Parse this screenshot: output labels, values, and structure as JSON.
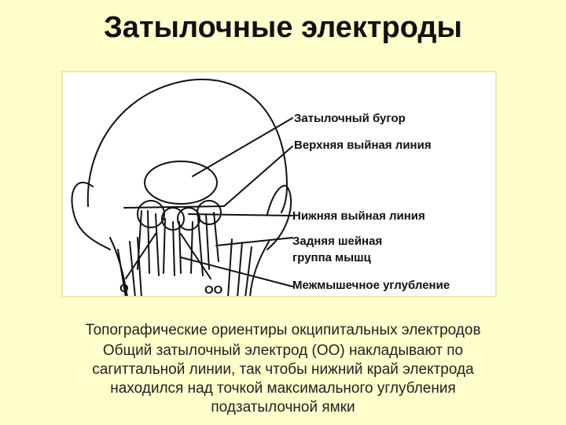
{
  "slide": {
    "title": "Затылочные электроды"
  },
  "figure": {
    "labels": {
      "occipital_protuberance": "Затылочный бугор",
      "superior_nuchal_line": "Верхняя выйная линия",
      "inferior_nuchal_line": "Нижняя выйная линия",
      "posterior_neck_muscles_line1": "Задняя шейная",
      "posterior_neck_muscles_line2": "группа мышц",
      "intermuscular_groove": "Межмышечное углубление",
      "electrode_o": "О",
      "electrode_oo": "ОО"
    }
  },
  "caption": {
    "line1": "Топографические ориентиры окципитальных электродов",
    "line2": "Общий затылочный электрод (ОО) накладывают по",
    "line3": "сагиттальной линии, так чтобы нижний край электрода",
    "line4": "находился над точкой максимального углубления",
    "line5": "подзатылочной ямки"
  }
}
